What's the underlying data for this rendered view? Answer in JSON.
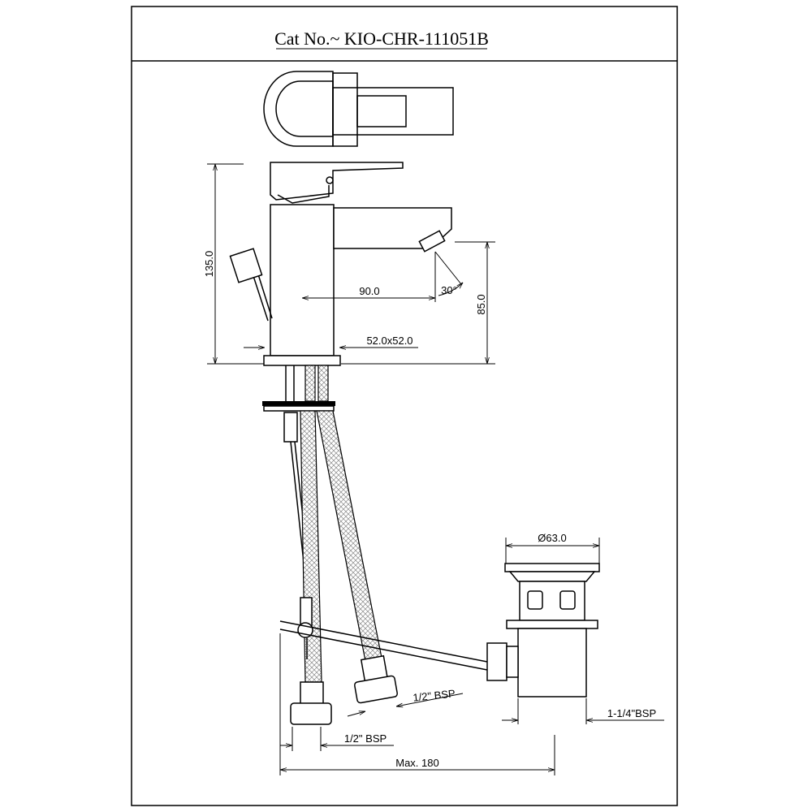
{
  "header": {
    "catalog_number": "Cat No.~ KIO-CHR-111051B"
  },
  "dimensions": {
    "height_total": "135.0",
    "spout_reach": "90.0",
    "spout_angle": "30°",
    "spout_height": "85.0",
    "base_size": "52.0x52.0",
    "waste_diameter": "Ø63.0",
    "hose_thread_a": "1/2\" BSP",
    "hose_thread_b": "1/2\" BSP",
    "waste_thread": "1-1/4\"BSP",
    "max_length": "Max. 180"
  }
}
